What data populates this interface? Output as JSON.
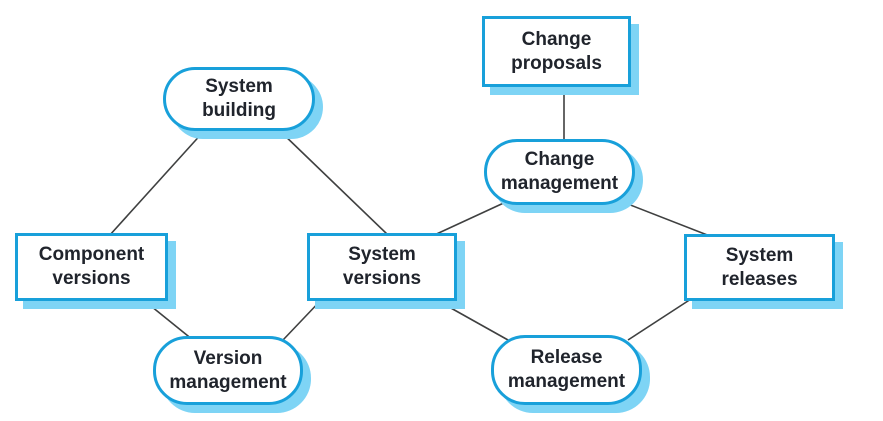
{
  "colors": {
    "border": "#18a0da",
    "shadow": "#7ed4f5",
    "text": "#20242c",
    "line": "#3f4040",
    "background": "#ffffff"
  },
  "nodes": {
    "change_proposals": {
      "shape": "artifact",
      "line1": "Change",
      "line2": "proposals"
    },
    "system_building": {
      "shape": "activity",
      "line1": "System",
      "line2": "building"
    },
    "change_management": {
      "shape": "activity",
      "line1": "Change",
      "line2": "management"
    },
    "component_versions": {
      "shape": "artifact",
      "line1": "Component",
      "line2": "versions"
    },
    "system_versions": {
      "shape": "artifact",
      "line1": "System",
      "line2": "versions"
    },
    "system_releases": {
      "shape": "artifact",
      "line1": "System",
      "line2": "releases"
    },
    "version_management": {
      "shape": "activity",
      "line1": "Version",
      "line2": "management"
    },
    "release_management": {
      "shape": "activity",
      "line1": "Release",
      "line2": "management"
    }
  },
  "edges": [
    {
      "from": "system_building",
      "to": "component_versions"
    },
    {
      "from": "system_building",
      "to": "system_versions"
    },
    {
      "from": "change_proposals",
      "to": "change_management"
    },
    {
      "from": "change_management",
      "to": "system_versions"
    },
    {
      "from": "change_management",
      "to": "system_releases"
    },
    {
      "from": "component_versions",
      "to": "version_management"
    },
    {
      "from": "system_versions",
      "to": "version_management"
    },
    {
      "from": "system_versions",
      "to": "release_management"
    },
    {
      "from": "system_releases",
      "to": "release_management"
    }
  ]
}
